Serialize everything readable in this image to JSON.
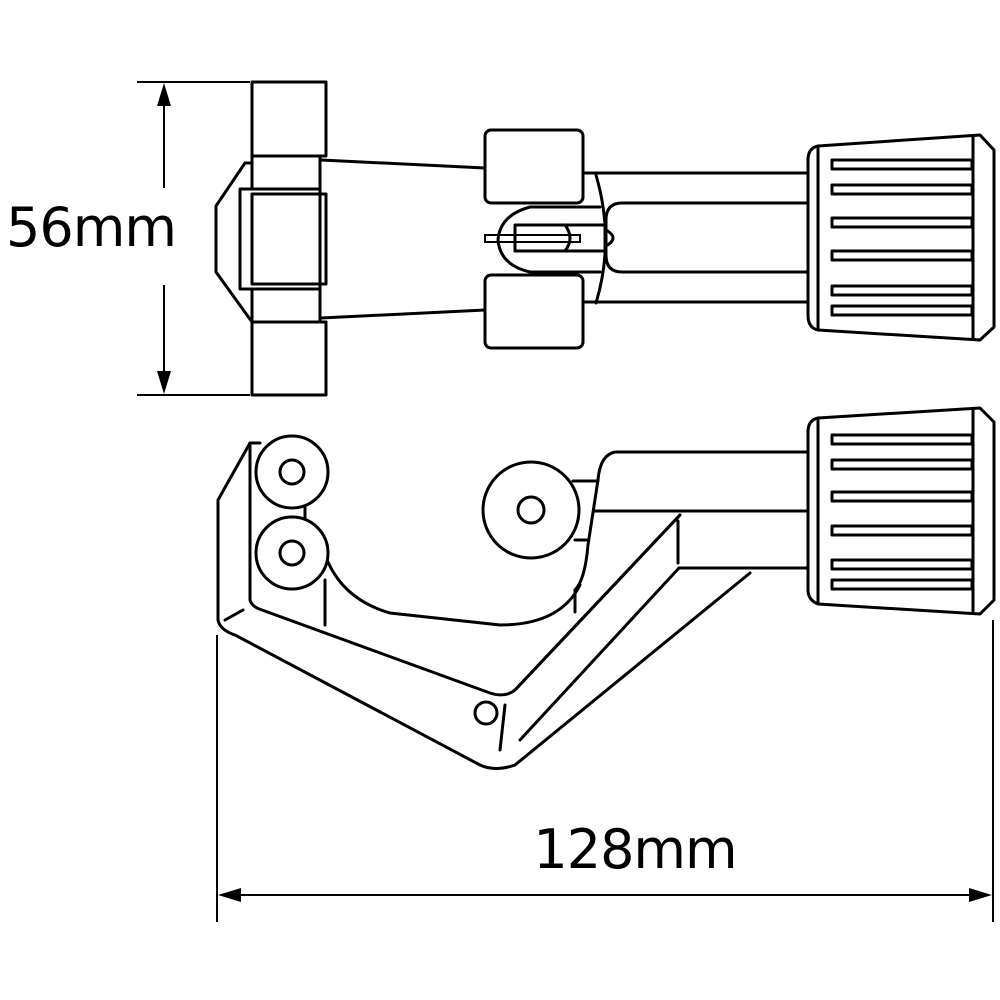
{
  "diagram": {
    "subject": "tube cutter technical drawing",
    "views": [
      "top-view",
      "side-view"
    ],
    "line_color": "#000000",
    "background": "#ffffff"
  },
  "dimensions": {
    "height": {
      "label": "56mm",
      "value": 56,
      "unit": "mm",
      "orientation": "vertical"
    },
    "length": {
      "label": "128mm",
      "value": 128,
      "unit": "mm",
      "orientation": "horizontal"
    }
  }
}
